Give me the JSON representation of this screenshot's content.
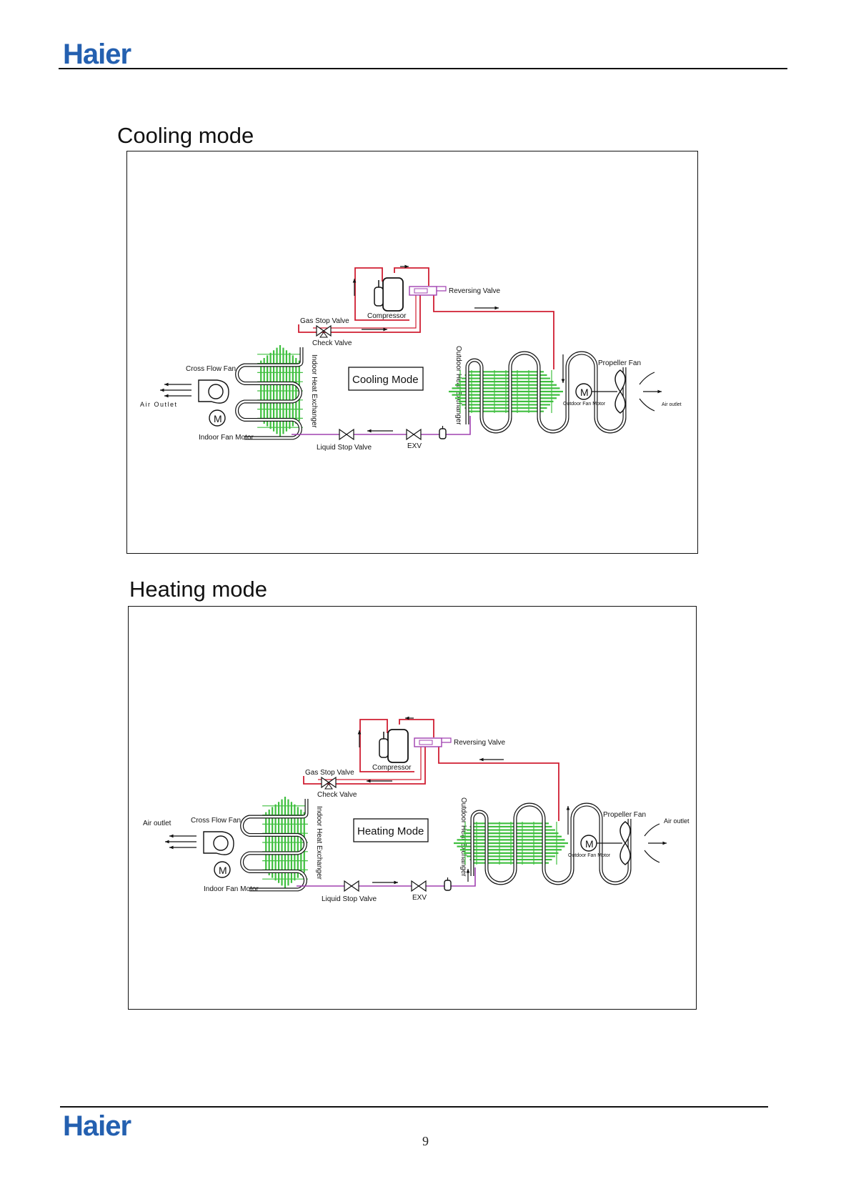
{
  "header": {
    "logo": "Haier"
  },
  "footer": {
    "logo": "Haier",
    "page_number": "9"
  },
  "colors": {
    "brand": "#2460b0",
    "refrigerant_hot": "#d01e32",
    "refrigerant_liquid": "#a040b0",
    "fins": "#3fbf3f"
  },
  "sections": [
    {
      "title": "Cooling mode",
      "labels": {
        "reversing_valve": "Reversing Valve",
        "compressor": "Compressor",
        "gas_stop_valve": "Gas Stop Valve",
        "check_valve": "Check Valve",
        "indoor_hx": "Indoor Heat Exchanger",
        "outdoor_hx": "Outdoor Heat Exchanger",
        "mode_box": "Cooling Mode",
        "cross_flow_fan": "Cross Flow Fan",
        "indoor_air_outlet": "Air Outlet",
        "indoor_fan_motor": "Indoor Fan Motor",
        "liquid_stop_valve": "Liquid Stop Valve",
        "exv": "EXV",
        "propeller_fan": "Propeller Fan",
        "outdoor_fan_motor": "Outdoor Fan Motor",
        "outdoor_air_outlet": "Air outlet",
        "motor_symbol": "M"
      }
    },
    {
      "title": "Heating mode",
      "labels": {
        "reversing_valve": "Reversing Valve",
        "compressor": "Compressor",
        "gas_stop_valve": "Gas Stop Valve",
        "check_valve": "Check Valve",
        "indoor_hx": "Indoor Heat Exchanger",
        "outdoor_hx": "Outdoor Heat Exchanger",
        "mode_box": "Heating Mode",
        "cross_flow_fan": "Cross Flow Fan",
        "indoor_air_outlet": "Air outlet",
        "indoor_fan_motor": "Indoor Fan Motor",
        "liquid_stop_valve": "Liquid Stop Valve",
        "exv": "EXV",
        "propeller_fan": "Propeller Fan",
        "outdoor_fan_motor": "Outdoor Fan Motor",
        "outdoor_air_outlet": "Air outlet",
        "motor_symbol": "M"
      }
    }
  ]
}
